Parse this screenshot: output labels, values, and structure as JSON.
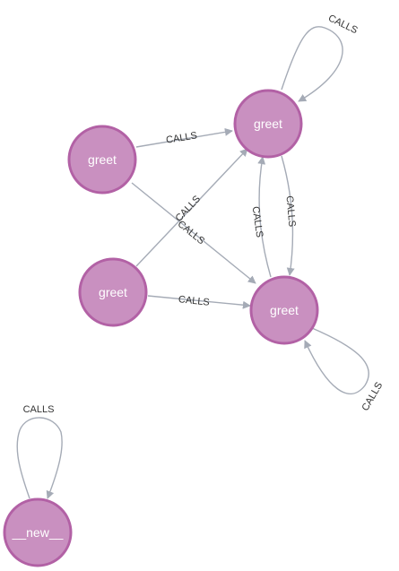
{
  "graph": {
    "node_color": "#c990c0",
    "node_border_color": "#b261a5",
    "edge_color": "#a5abb6",
    "label_color": "#333333",
    "nodes": [
      {
        "id": "n1",
        "label": "greet"
      },
      {
        "id": "n2",
        "label": "greet"
      },
      {
        "id": "n3",
        "label": "greet"
      },
      {
        "id": "n4",
        "label": "greet"
      },
      {
        "id": "n5",
        "label": "__new__"
      }
    ],
    "edges": [
      {
        "from": "n1",
        "to": "n2",
        "label": "CALLS"
      },
      {
        "from": "n1",
        "to": "n4",
        "label": "CALLS"
      },
      {
        "from": "n3",
        "to": "n2",
        "label": "CALLS"
      },
      {
        "from": "n3",
        "to": "n4",
        "label": "CALLS"
      },
      {
        "from": "n2",
        "to": "n4",
        "label": "CALLS"
      },
      {
        "from": "n4",
        "to": "n2",
        "label": "CALLS"
      },
      {
        "from": "n2",
        "to": "n2",
        "label": "CALLS"
      },
      {
        "from": "n4",
        "to": "n4",
        "label": "CALLS"
      },
      {
        "from": "n5",
        "to": "n5",
        "label": "CALLS"
      }
    ]
  }
}
